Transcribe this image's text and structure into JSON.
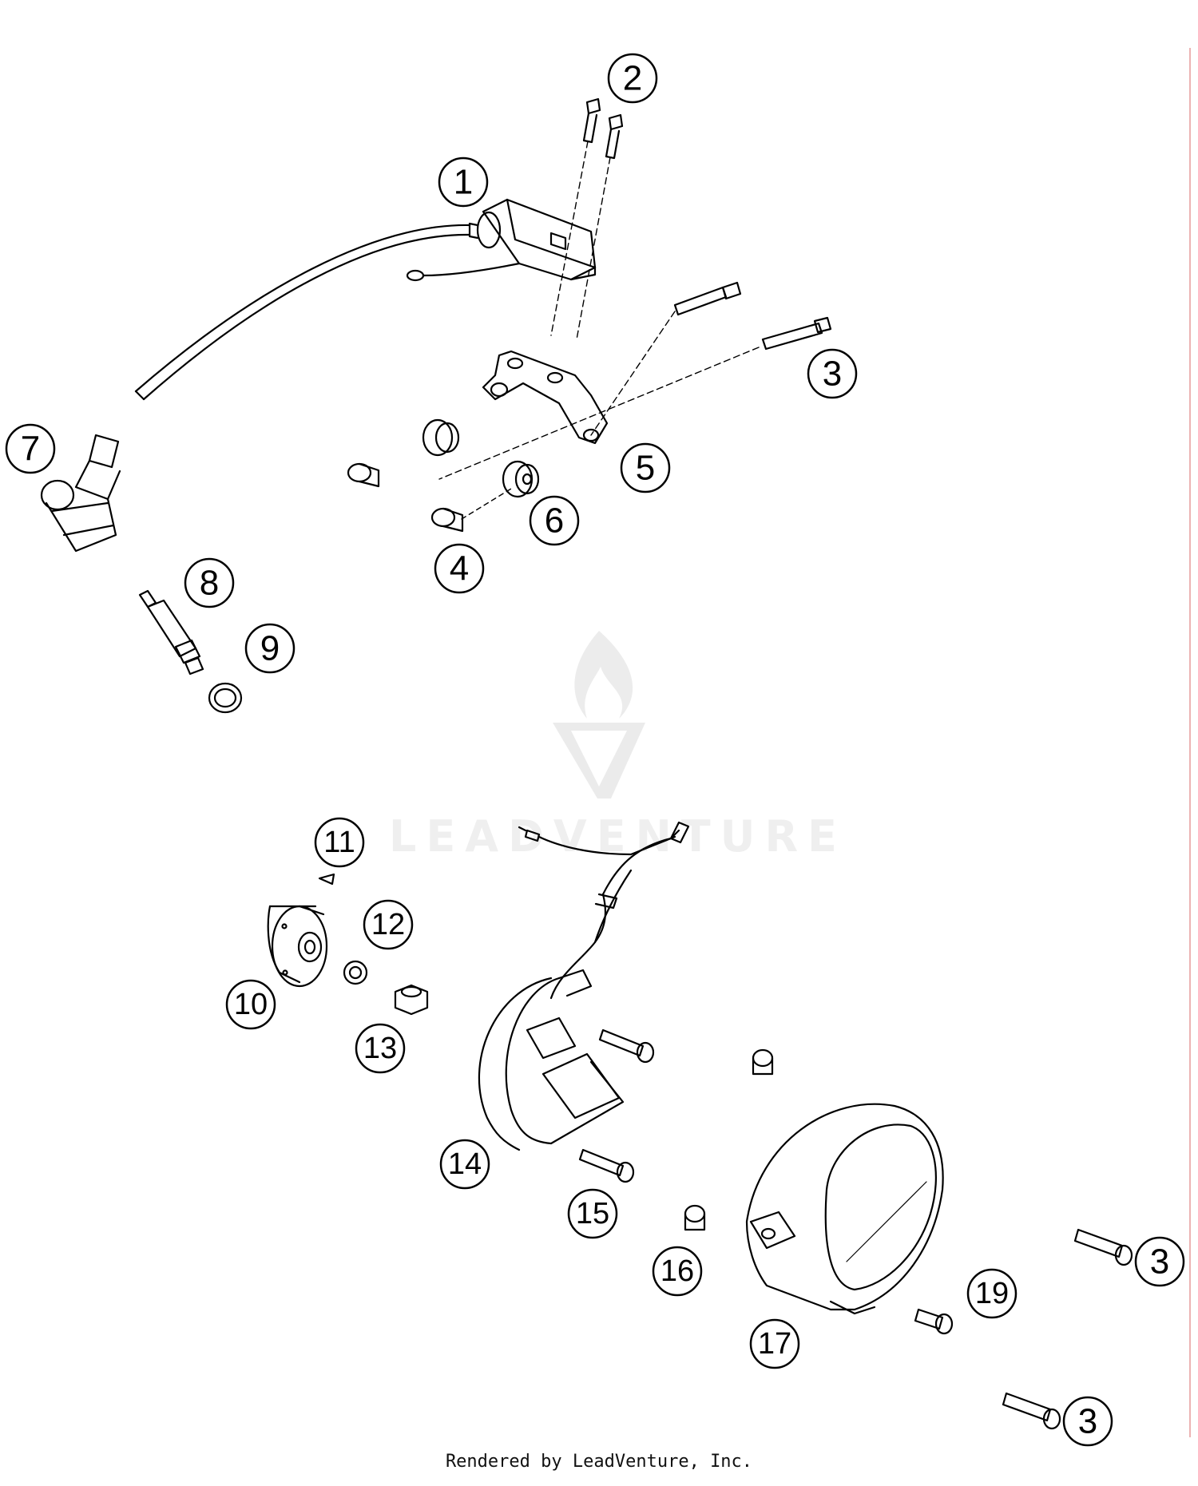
{
  "callouts": [
    {
      "id": "c1",
      "label": "1"
    },
    {
      "id": "c2",
      "label": "2"
    },
    {
      "id": "c3a",
      "label": "3"
    },
    {
      "id": "c3b",
      "label": "3"
    },
    {
      "id": "c3c",
      "label": "3"
    },
    {
      "id": "c4",
      "label": "4"
    },
    {
      "id": "c5",
      "label": "5"
    },
    {
      "id": "c6",
      "label": "6"
    },
    {
      "id": "c7",
      "label": "7"
    },
    {
      "id": "c8",
      "label": "8"
    },
    {
      "id": "c9",
      "label": "9"
    },
    {
      "id": "c10",
      "label": "10"
    },
    {
      "id": "c11",
      "label": "11"
    },
    {
      "id": "c12",
      "label": "12"
    },
    {
      "id": "c13",
      "label": "13"
    },
    {
      "id": "c14",
      "label": "14"
    },
    {
      "id": "c15",
      "label": "15"
    },
    {
      "id": "c16",
      "label": "16"
    },
    {
      "id": "c17",
      "label": "17"
    },
    {
      "id": "c19",
      "label": "19"
    }
  ],
  "watermark": {
    "text": "LEADVENTURE"
  },
  "footer": {
    "text": "Rendered by LeadVenture, Inc."
  }
}
